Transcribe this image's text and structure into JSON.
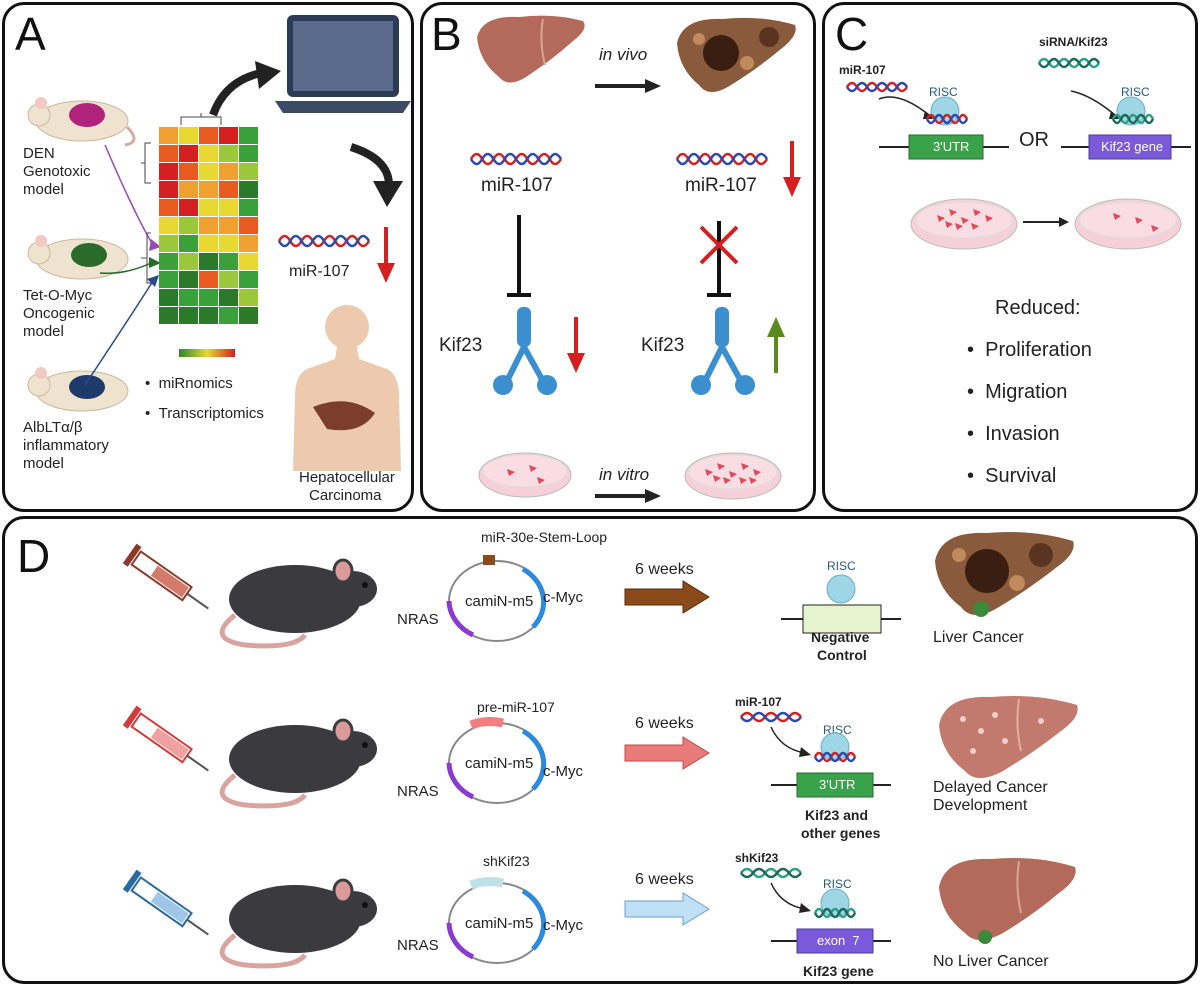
{
  "panels": {
    "a": {
      "label": "A",
      "models": [
        {
          "lines": [
            "DEN",
            "Genotoxic",
            "model"
          ]
        },
        {
          "lines": [
            "Tet-O-Myc",
            "Oncogenic",
            "model"
          ]
        },
        {
          "lines": [
            "AlbLTα/β",
            "inflammatory",
            "model"
          ]
        }
      ],
      "bullets": [
        "miRnomics",
        "Transcriptomics"
      ],
      "mirna": "miR-107",
      "outcome": [
        "Hepatocellular",
        "Carcinoma"
      ]
    },
    "b": {
      "label": "B",
      "in_vivo": "in vivo",
      "in_vitro": "in vitro",
      "mirna_left": "miR-107",
      "mirna_right": "miR-107",
      "target_left": "Kif23",
      "target_right": "Kif23"
    },
    "c": {
      "label": "C",
      "mirna_tag": "miR-107",
      "sirna_tag": "siRNA/Kif23",
      "risc_left": "RISC",
      "risc_right": "RISC",
      "box_left": "3'UTR",
      "box_right": "Kif23 gene",
      "or": "OR",
      "reduced_title": "Reduced:",
      "reduced_items": [
        "Proliferation",
        "Migration",
        "Invasion",
        "Survival"
      ]
    },
    "d": {
      "label": "D",
      "rows": [
        {
          "insert": "miR-30e-Stem-Loop",
          "plasmid": "camiN-m5",
          "left_gene": "NRAS",
          "right_gene": "c-Myc",
          "time": "6 weeks",
          "risc": "RISC",
          "small_rna": "",
          "box": "",
          "caption": [
            "Negative",
            "Control"
          ],
          "result": [
            "Liver Cancer"
          ]
        },
        {
          "insert": "pre-miR-107",
          "plasmid": "camiN-m5",
          "left_gene": "NRAS",
          "right_gene": "c-Myc",
          "time": "6 weeks",
          "risc": "RISC",
          "small_rna": "miR-107",
          "box": "3'UTR",
          "caption": [
            "Kif23 and",
            "other genes"
          ],
          "result": [
            "Delayed Cancer",
            "Development"
          ]
        },
        {
          "insert": "shKif23",
          "plasmid": "camiN-m5",
          "left_gene": "NRAS",
          "right_gene": "c-Myc",
          "time": "6 weeks",
          "risc": "RISC",
          "small_rna": "shKif23",
          "box": "exon  7",
          "caption": [
            "Kif23 gene"
          ],
          "result": [
            "No Liver Cancer"
          ]
        }
      ]
    }
  },
  "colors": {
    "liver": "#b36a5a",
    "tumor_liver": "#8a5a3c",
    "down_arrow": "#d42020",
    "up_arrow": "#5a8a1e",
    "utr_box": "#3aa24a",
    "gene_box": "#7a5ad8",
    "risc": "#9fd6e6",
    "kif23": "#3b8fcf",
    "brown_arrow": "#8a4a1a",
    "pink_arrow": "#e87a7a",
    "blue_arrow": "#bfe0f4"
  }
}
